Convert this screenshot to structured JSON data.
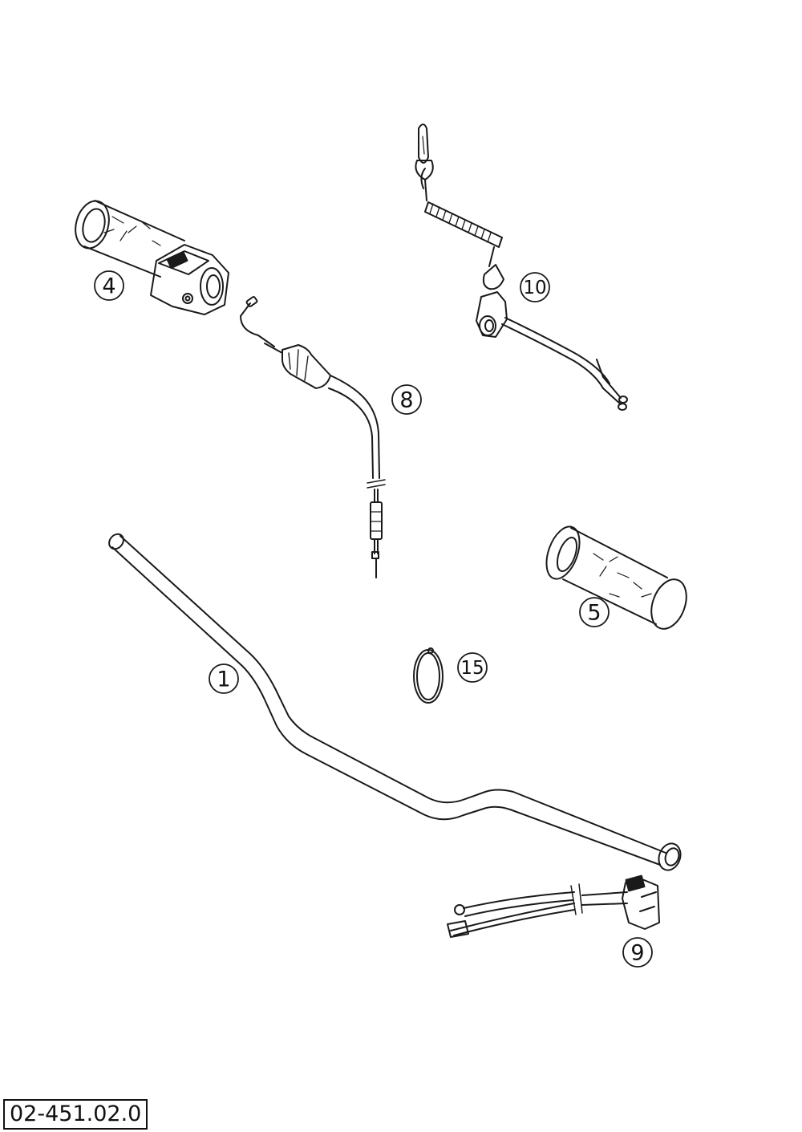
{
  "diagram": {
    "callouts": [
      {
        "id": "part-4",
        "label": "4"
      },
      {
        "id": "part-10",
        "label": "10"
      },
      {
        "id": "part-8",
        "label": "8"
      },
      {
        "id": "part-5",
        "label": "5"
      },
      {
        "id": "part-15",
        "label": "15"
      },
      {
        "id": "part-1",
        "label": "1"
      },
      {
        "id": "part-9",
        "label": "9"
      }
    ],
    "document_number": "02-451.02.0"
  }
}
